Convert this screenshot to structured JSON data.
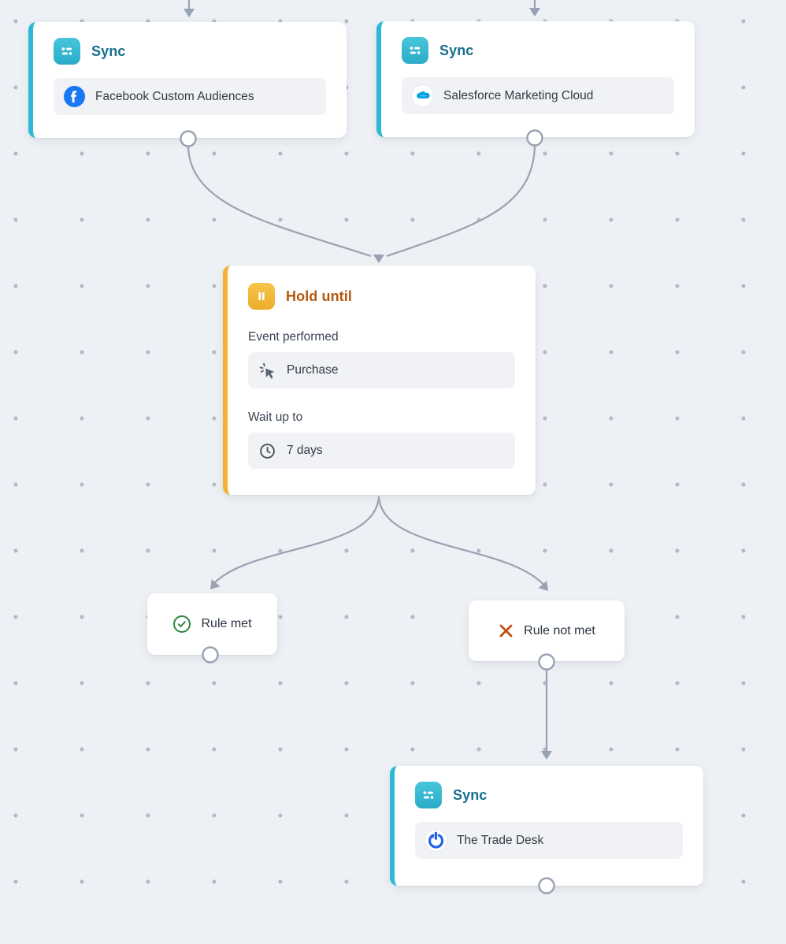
{
  "canvas": {
    "background": "#EDF0F4",
    "dot_color": "#B2BAC7"
  },
  "colors": {
    "sync_accent": "#2CB9D6",
    "sync_title": "#16708F",
    "hold_accent": "#F2B233",
    "hold_title": "#B5580F",
    "success_green": "#2E8540",
    "fail_orange": "#BF4D12",
    "edge_gray": "#98A2B3",
    "facebook_blue": "#1877F2",
    "salesforce_blue": "#00A1E0",
    "tradedesk_blue": "#2563EB"
  },
  "icons": {
    "sync_badge": "sync-dashes-badge",
    "hold_badge": "pause-badge",
    "facebook": "facebook-f-logo",
    "salesforce": "salesforce-cloud-logo",
    "tradedesk": "tradedesk-power-logo",
    "event": "cursor-click-icon",
    "wait": "clock-icon",
    "rule_met": "check-circle-icon",
    "rule_not_met": "x-icon"
  },
  "nodes": {
    "sync_facebook": {
      "title": "Sync",
      "destination": "Facebook Custom Audiences"
    },
    "sync_salesforce": {
      "title": "Sync",
      "destination": "Salesforce Marketing Cloud"
    },
    "hold_until": {
      "title": "Hold until",
      "event_label": "Event performed",
      "event_value": "Purchase",
      "wait_label": "Wait up to",
      "wait_value": "7 days"
    },
    "rule_met": {
      "label": "Rule met"
    },
    "rule_not_met": {
      "label": "Rule not met"
    },
    "sync_tradedesk": {
      "title": "Sync",
      "destination": "The Trade Desk"
    }
  }
}
